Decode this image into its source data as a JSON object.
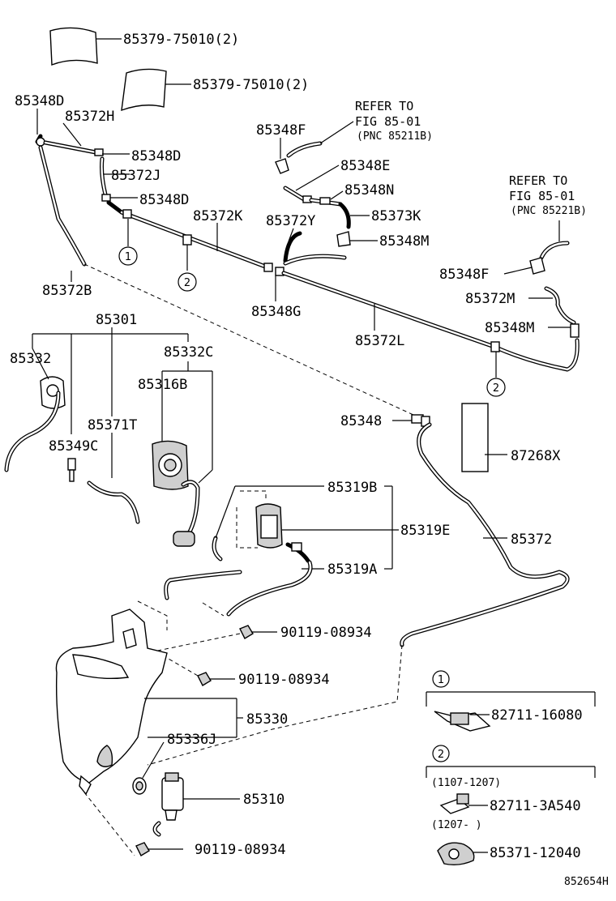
{
  "labels": {
    "label_wiper_blade_insert_1": "85379-75010(2)",
    "label_wiper_blade_insert_2": "85379-75010(2)",
    "label_85348d_top": "85348D",
    "label_85372h": "85372H",
    "label_85348d_mid": "85348D",
    "label_85372j": "85372J",
    "label_85348d_low": "85348D",
    "label_85372k": "85372K",
    "label_85372y": "85372Y",
    "label_85348f_left": "85348F",
    "label_85348e": "85348E",
    "label_85348n": "85348N",
    "label_85373k": "85373K",
    "label_85348m_upper": "85348M",
    "label_85372b": "85372B",
    "label_85348g": "85348G",
    "label_85372l": "85372L",
    "label_85348f_right": "85348F",
    "label_85372m": "85372M",
    "label_85348m_lower": "85348M",
    "label_85301": "85301",
    "label_85332": "85332",
    "label_85332c": "85332C",
    "label_85316b": "85316B",
    "label_85371t": "85371T",
    "label_85349c": "85349C",
    "label_85348": "85348",
    "label_87268x": "87268X",
    "label_85319b": "85319B",
    "label_85319e": "85319E",
    "label_85372": "85372",
    "label_85319a": "85319A",
    "label_bolt_1": "90119-08934",
    "label_bolt_2": "90119-08934",
    "label_85330": "85330",
    "label_85336j": "85336J",
    "label_85310": "85310",
    "label_bolt_3": "90119-08934",
    "label_clamp_1": "82711-16080",
    "label_clamp_2": "82711-3A540",
    "label_clamp_3": "85371-12040",
    "label_date_range_1": "(1107-1207)",
    "label_date_range_2": "(1207-    )",
    "label_figure_code": "852654H"
  },
  "references": {
    "ref_left_line1": "REFER TO",
    "ref_left_line2": "FIG 85-01",
    "ref_left_line3": "(PNC 85211B)",
    "ref_right_line1": "REFER TO",
    "ref_right_line2": "FIG 85-01",
    "ref_right_line3": "(PNC 85221B)"
  },
  "callouts": {
    "c1_a": "1",
    "c2_a": "2",
    "c2_b": "2",
    "c1_legend": "1",
    "c2_legend": "2"
  }
}
